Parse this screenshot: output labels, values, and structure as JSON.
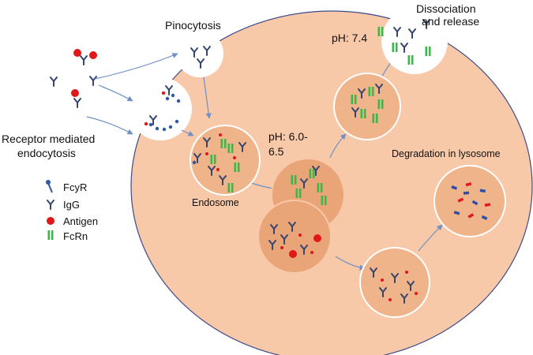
{
  "labels": {
    "pinocytosis": "Pinocytosis",
    "dissociation_line1": "Dissociation",
    "dissociation_line2": "and release",
    "ph_neutral": "pH: 7.4",
    "ph_acidic_line1": "pH: 6.0-",
    "ph_acidic_line2": "6.5",
    "receptor_line1": "Receptor mediated",
    "receptor_line2": "endocytosis",
    "endosome": "Endosome",
    "degradation": "Degradation in lysosome"
  },
  "legend": [
    {
      "label": "FcyR",
      "icon": "fcyr-icon"
    },
    {
      "label": "IgG",
      "icon": "igg-icon"
    },
    {
      "label": "Antigen",
      "icon": "antigen-icon"
    },
    {
      "label": "FcRn",
      "icon": "fcrn-icon"
    }
  ],
  "colors": {
    "cell_fill": "#f8c9a8",
    "cell_stroke": "#3b4a8c",
    "vesicle_fill": "#f0b48b",
    "vesicle_dark": "#e9a478",
    "igg": "#37466e",
    "antigen": "#e01818",
    "fcrn": "#3cb84a",
    "fcyr": "#2d5aa0",
    "arrow": "#6f8fc5",
    "lysosome_blue": "#2b4fa8"
  }
}
